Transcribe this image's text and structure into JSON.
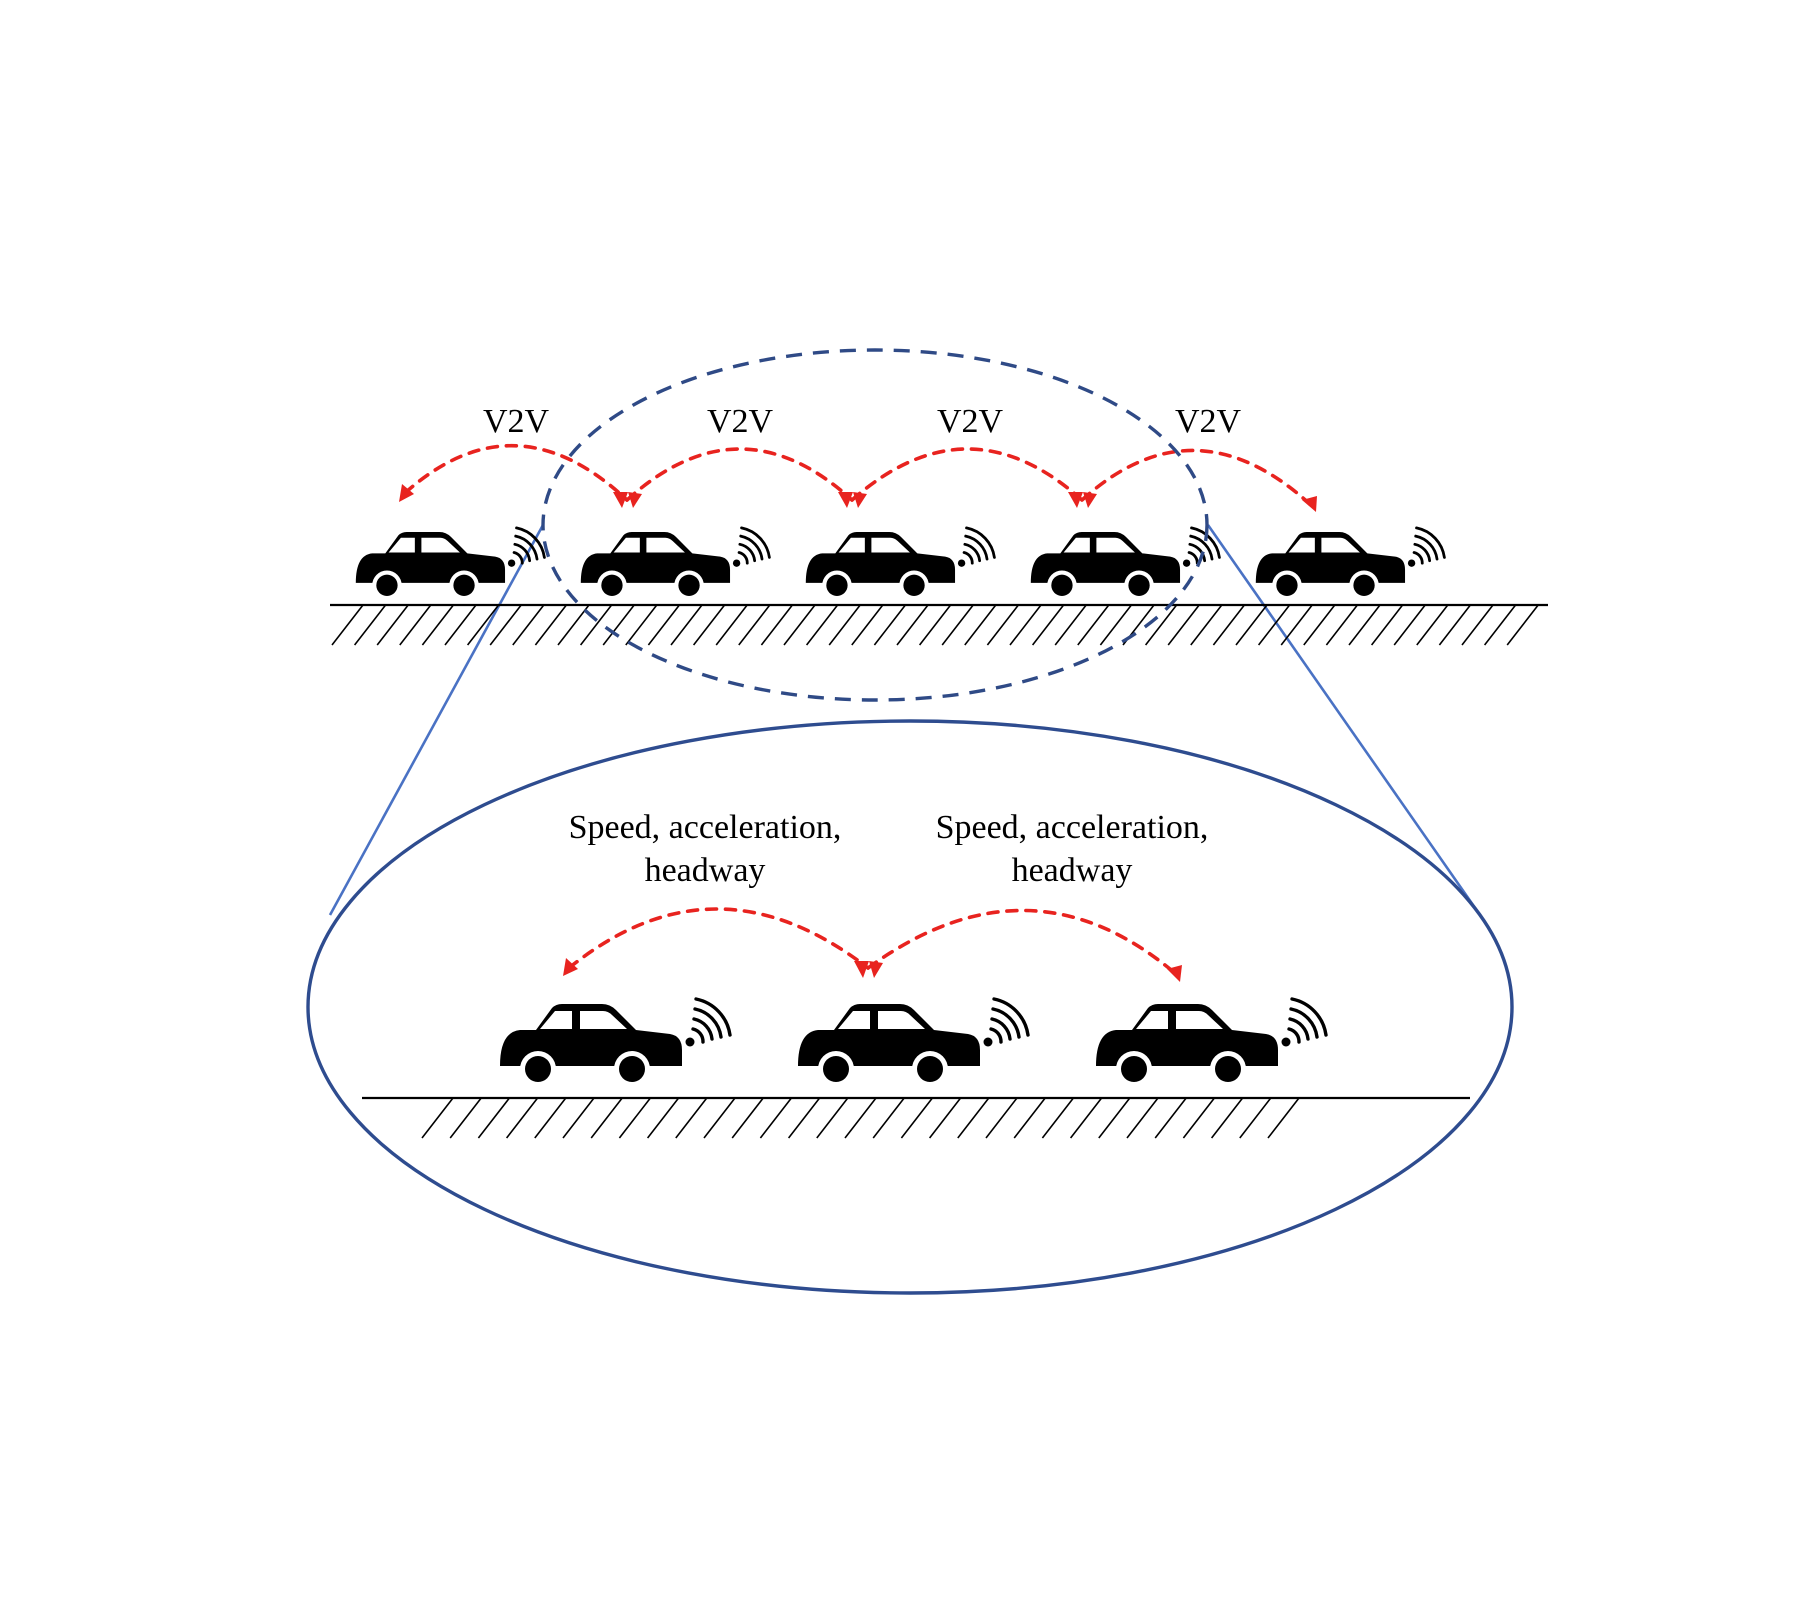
{
  "colors": {
    "background": "#ffffff",
    "v2v_arrow": "#e8231f",
    "dashed_ellipse": "#2f4a86",
    "zoom_ellipse": "#2e4c8f",
    "zoom_lines": "#4a72c4",
    "vehicle": "#000000"
  },
  "top_row": {
    "v2v_labels": [
      "V2V",
      "V2V",
      "V2V",
      "V2V"
    ],
    "vehicle_count": 5,
    "vehicle_icon": "car-with-wireless-signal-icon"
  },
  "zoom_view": {
    "info_labels": [
      {
        "line1": "Speed, acceleration,",
        "line2": "headway"
      },
      {
        "line1": "Speed, acceleration,",
        "line2": "headway"
      }
    ],
    "vehicle_count": 3,
    "vehicle_icon": "car-with-wireless-signal-icon"
  }
}
